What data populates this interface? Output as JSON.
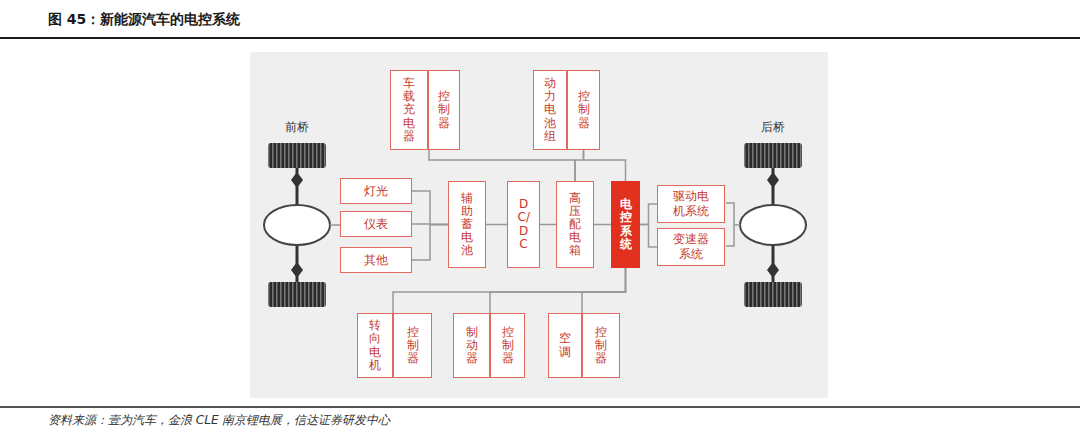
{
  "diagram": {
    "title": "图 45：新能源汽车的电控系统",
    "caption": "资料来源：壹为汽车，金浪 CLE 南京锂电展，信达证券研发中心",
    "nodes": [
      {
        "text": [
          "车载充电器"
        ]
      },
      {
        "text": [
          "控制器"
        ]
      },
      {
        "text": [
          "动力电池组"
        ]
      },
      {
        "text": [
          "控制器"
        ]
      },
      {
        "text": [
          "灯光"
        ]
      },
      {
        "text": [
          "仪表"
        ]
      },
      {
        "text": [
          "其他"
        ]
      },
      {
        "text": [
          "辅助蓄电池"
        ]
      },
      {
        "text": [
          "DC/DC"
        ]
      },
      {
        "text": [
          "高压配电箱"
        ]
      },
      {
        "text": [
          "电控系统"
        ]
      },
      {
        "text": [
          "驱动电机系统"
        ]
      },
      {
        "text": [
          "变速器系统"
        ]
      },
      {
        "text": [
          "转向电机"
        ]
      },
      {
        "text": [
          "控制器"
        ]
      },
      {
        "text": [
          "制动器"
        ]
      },
      {
        "text": [
          "控制器"
        ]
      },
      {
        "text": [
          "空调"
        ]
      },
      {
        "text": [
          "控制器"
        ]
      }
    ],
    "edges": [
      {
        "from": 1,
        "to": 9,
        "arrow": "none"
      },
      {
        "from": 3,
        "to": 9,
        "arrow": "none"
      },
      {
        "from": 3,
        "to": 10,
        "arrow": "none"
      },
      {
        "from": 4,
        "to": 7,
        "arrow": "none"
      },
      {
        "from": 5,
        "to": 7,
        "arrow": "none"
      },
      {
        "from": 6,
        "to": 7,
        "arrow": "none"
      },
      {
        "from": 7,
        "to": 8,
        "arrow": "none"
      },
      {
        "from": 8,
        "to": 9,
        "arrow": "none"
      },
      {
        "from": 9,
        "to": 10,
        "arrow": "none"
      },
      {
        "from": 10,
        "to": 11,
        "arrow": "none"
      },
      {
        "from": 10,
        "to": 12,
        "arrow": "none"
      },
      {
        "from": 10,
        "to": 14,
        "arrow": "none"
      },
      {
        "from": 10,
        "to": 16,
        "arrow": "none"
      },
      {
        "from": 10,
        "to": 18,
        "arrow": "none"
      }
    ],
    "labels": [
      "前桥",
      "后桥"
    ]
  }
}
